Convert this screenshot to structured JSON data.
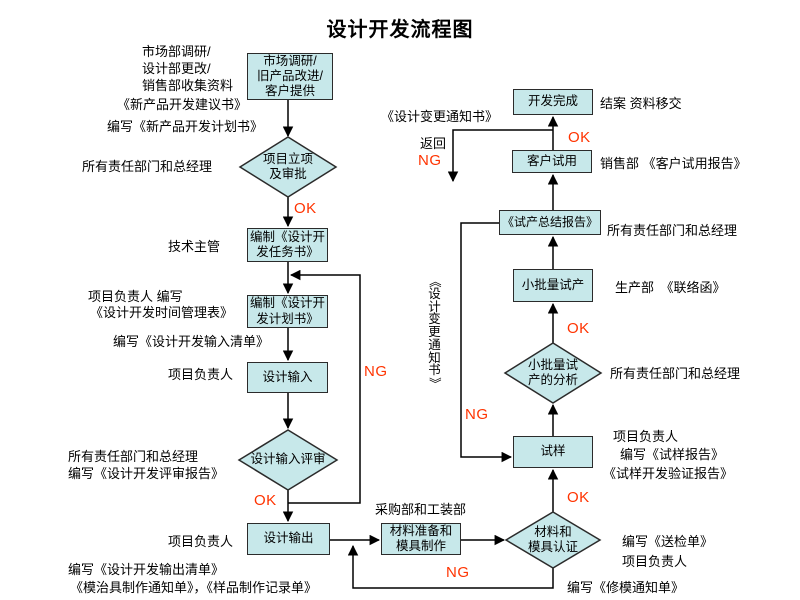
{
  "title": "设计开发流程图",
  "colors": {
    "node_fill": "#C7E8EA",
    "node_border": "#2B2B2B",
    "flag": "#FF3300"
  },
  "flags": {
    "ok": "OK",
    "ng": "NG",
    "back": "返回"
  },
  "nodes": {
    "market_input": {
      "lines": [
        "市场调研/",
        "旧产品改进/",
        "客户提供"
      ]
    },
    "project_approval": {
      "lines": [
        "项目立项",
        "及审批"
      ]
    },
    "task_book": {
      "lines": [
        "编制《设计开",
        "发任务书》"
      ]
    },
    "plan_book": {
      "lines": [
        "编制《设计开",
        "发计划书》"
      ]
    },
    "design_input": {
      "label": "设计输入"
    },
    "design_input_review": {
      "label": "设计输入评审"
    },
    "design_output": {
      "label": "设计输出"
    },
    "material_prep": {
      "lines": [
        "材料准备和",
        "模具制作"
      ]
    },
    "material_cert": {
      "lines": [
        "材料和",
        "模具认证"
      ]
    },
    "trial_sample": {
      "label": "试样"
    },
    "pilot_analysis": {
      "lines": [
        "小批量试",
        "产的分析"
      ]
    },
    "pilot_production": {
      "label": "小批量试产"
    },
    "pilot_report": {
      "label": "《试产总结报告》"
    },
    "customer_trial": {
      "label": "客户试用"
    },
    "dev_complete": {
      "label": "开发完成"
    }
  },
  "annotations": {
    "market_sources_1": "市场部调研/",
    "market_sources_2": "设计部更改/",
    "market_sources_3": "销售部收集资料",
    "proposal_doc": "《新产品开发建议书》",
    "write_dev_plan": "编写《新产品开发计划书》",
    "all_depts_gm_1": "所有责任部门和总经理",
    "tech_director": "技术主管",
    "pm_write": "项目负责人 编写",
    "time_mgmt_table": "《设计开发时间管理表》",
    "write_input_list": "编写《设计开发输入清单》",
    "project_manager_1": "项目负责人",
    "all_depts_gm_2": "所有责任部门和总经理",
    "write_review_report": "编写《设计开发评审报告》",
    "project_manager_2": "项目负责人",
    "write_output_list": "编写《设计开发输出清单》",
    "mold_sample_docs": "《模治具制作通知单》，《样品制作记录单》",
    "purchasing_tooling": "采购部和工装部",
    "change_notice_h": "《设计变更通知书》",
    "change_notice_v": "《设计变更通知书》",
    "close_handover": "结案 资料移交",
    "sales_trial_report": "销售部 《客户试用报告》",
    "all_depts_gm_3": "所有责任部门和总经理",
    "production_liaison": "生产部　《联络函》",
    "all_depts_gm_4": "所有责任部门和总经理",
    "project_manager_3": "项目负责人",
    "write_sample_report": "编写《试样报告》",
    "sample_verify_report": "《试样开发验证报告》",
    "write_inspection": "编写《送检单》",
    "project_manager_4": "项目负责人",
    "write_mold_repair": "编写《修模通知单》"
  }
}
